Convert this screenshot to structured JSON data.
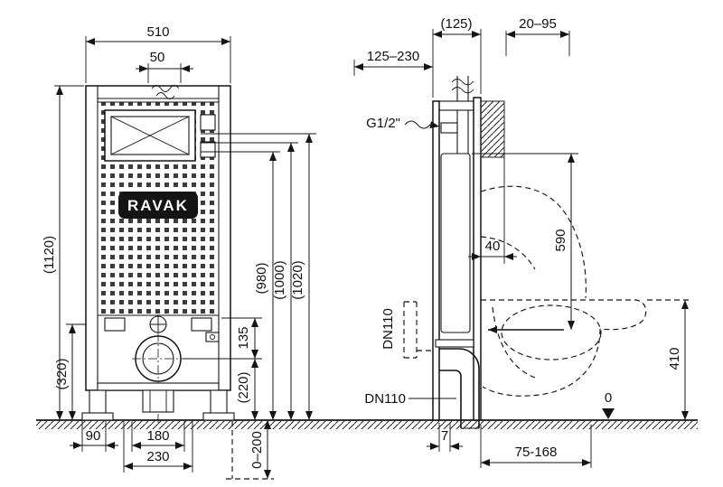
{
  "drawing": {
    "brand_logo": "RAVAK",
    "front": {
      "width": "510",
      "flush_width": "50",
      "overall_height": "(1120)",
      "base_height": "(320)",
      "dim_135": "135",
      "dim_220": "(220)",
      "h_980": "(980)",
      "h_1000": "(1000)",
      "h_1020": "(1020)",
      "dim_90": "90",
      "dim_180": "180",
      "dim_230": "230",
      "leg_adjust": "0–200"
    },
    "side": {
      "depth": "(125)",
      "plate_range": "20–95",
      "depth_range": "125–230",
      "water_connection": "G1/2\"",
      "dim_40": "40",
      "dim_590": "590",
      "drain_upper": "DN110",
      "drain_lower": "DN110",
      "seat_height": "410",
      "datum": "0",
      "dim_7": "7",
      "floor_range": "75-168"
    }
  }
}
